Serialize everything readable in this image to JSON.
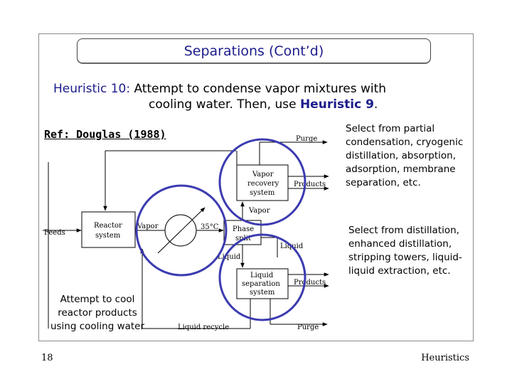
{
  "slide": {
    "title": "Separations (Cont’d)",
    "heuristic_name": "Heuristic 10:",
    "heuristic_text_line1": " Attempt to condense vapor mixtures with",
    "heuristic_text_line2": "cooling water.  Then, use ",
    "heuristic_ref": "Heuristic 9",
    "heuristic_end": ".",
    "reference": "Ref: Douglas (1988)",
    "note_partial": " Select from partial condensation, cryogenic distillation, absorption, adsorption, membrane separation, etc.",
    "note_distill": " Select from distillation, enhanced distillation, stripping towers, liquid-liquid extraction, etc.",
    "note_cool": " Attempt to cool reactor products using cooling water",
    "page_number": "18",
    "footer_label": "Heuristics"
  },
  "diagram": {
    "feeds": "Feeds",
    "reactor_line1": "Reactor",
    "reactor_line2": "system",
    "vapor_left": "Vapor",
    "temperature": "35°C",
    "phase_line1": "Phase",
    "phase_line2": "split",
    "liquid_right": "Liquid",
    "liquid_below": "Liquid",
    "vapor_up": "Vapor",
    "purge_top": "Purge",
    "vapor_rec_line1": "Vapor",
    "vapor_rec_line2": "recovery",
    "vapor_rec_line3": "system",
    "products_top": "Products",
    "liq_sep_line1": "Liquid",
    "liq_sep_line2": "separation",
    "liq_sep_line3": "system",
    "products_bottom": "Products",
    "liquid_recycle": "Liquid recycle",
    "purge_bottom": "Purge"
  },
  "colors": {
    "title": "#1c1c8c",
    "highlight_circle": "#3b3bb0"
  }
}
